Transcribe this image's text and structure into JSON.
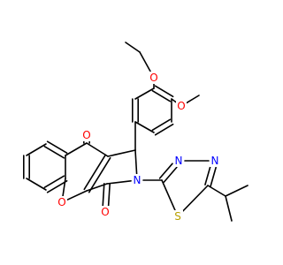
{
  "colors": {
    "bond": "#000000",
    "oxygen": "#ff0000",
    "nitrogen": "#0000ff",
    "sulfur": "#b8a000",
    "background": "#ffffff"
  },
  "atoms": {
    "o_ethoxy": "O",
    "o_methoxy": "O",
    "o_ketone": "O",
    "o_ring": "O",
    "o_lactam": "O",
    "n_ring": "N",
    "n_thiadiazole_1": "N",
    "n_thiadiazole_2": "N",
    "s_thiadiazole": "S"
  }
}
